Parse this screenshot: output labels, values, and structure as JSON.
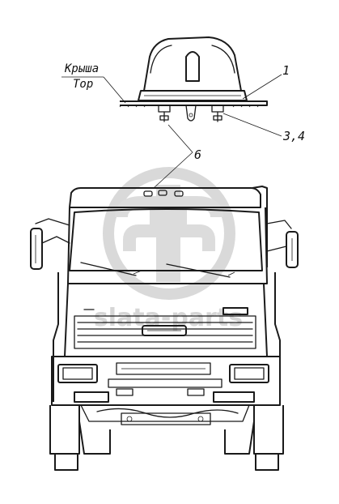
{
  "callouts": {
    "roof_ru": "Крыша",
    "roof_en": "Top",
    "item_1": "1",
    "item_3_4": "3,4",
    "item_6": "6"
  },
  "watermark": {
    "text": "slata-parts"
  },
  "colors": {
    "ink": "#1a1a1a",
    "watermark": "#d9d9d9",
    "background": "#ffffff"
  }
}
